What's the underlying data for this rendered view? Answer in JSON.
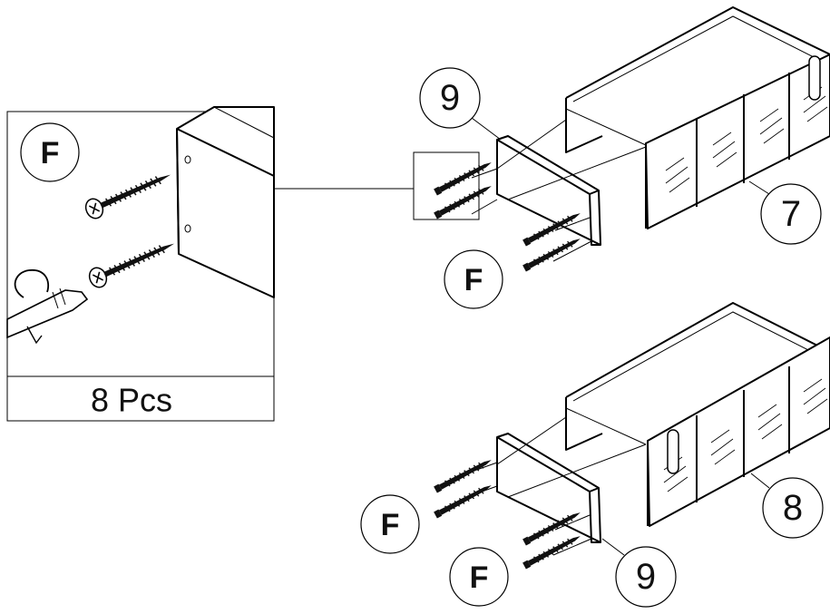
{
  "detail": {
    "part_letter": "F",
    "quantity_label": "8 Pcs"
  },
  "top_assembly": {
    "panel_number": "9",
    "cabinet_number": "7",
    "screw_letter": "F"
  },
  "bottom_assembly": {
    "screw_letter_left": "F",
    "screw_letter_bottom": "F",
    "panel_number": "9",
    "cabinet_number": "8"
  }
}
